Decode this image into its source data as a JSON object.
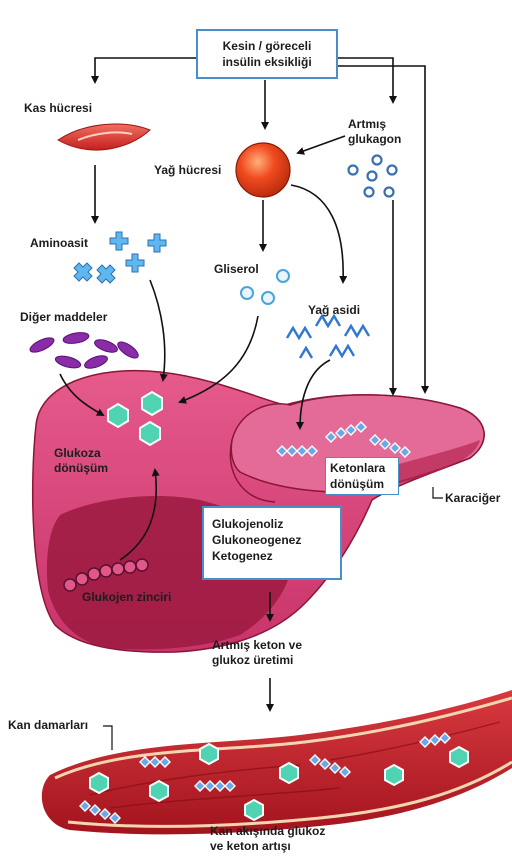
{
  "diagram": {
    "top_box": {
      "line1": "Kesin / göreceli",
      "line2": "insülin eksikliği"
    },
    "muscle_cell": "Kas hücresi",
    "fat_cell": "Yağ hücresi",
    "glucagon": {
      "line1": "Artmış",
      "line2": "glukagon"
    },
    "amino_acid": "Aminoasit",
    "glycerol": "Gliserol",
    "fatty_acid": "Yağ asidi",
    "other_substances": "Diğer maddeler",
    "glucose_conversion": {
      "line1": "Glukoza",
      "line2": "dönüşüm"
    },
    "ketone_conversion": {
      "line1": "Ketonlara",
      "line2": "dönüşüm"
    },
    "liver": "Karaciğer",
    "glycogen_chain": "Glukojen zinciri",
    "process_box": {
      "line1": "Glukojenoliz",
      "line2": "Glukoneogenez",
      "line3": "Ketogenez"
    },
    "increased_production": {
      "line1": "Artmış keton ve",
      "line2": "glukoz üretimi"
    },
    "blood_vessels": "Kan damarları",
    "blood_increase": {
      "line1": "Kan akışında glukoz",
      "line2": "ve keton artışı"
    }
  },
  "colors": {
    "accent_box_border": "#4a8ec9",
    "liver": "#d8447a",
    "liver_dark": "#9c1a3f",
    "vessel": "#c4232f",
    "glucose": "#4fd3b3",
    "ketone": "#6aa8e8",
    "fat_cell": "#f04a1f",
    "muscle_cell": "#e03a2a",
    "other_substance": "#8a2ba8"
  }
}
